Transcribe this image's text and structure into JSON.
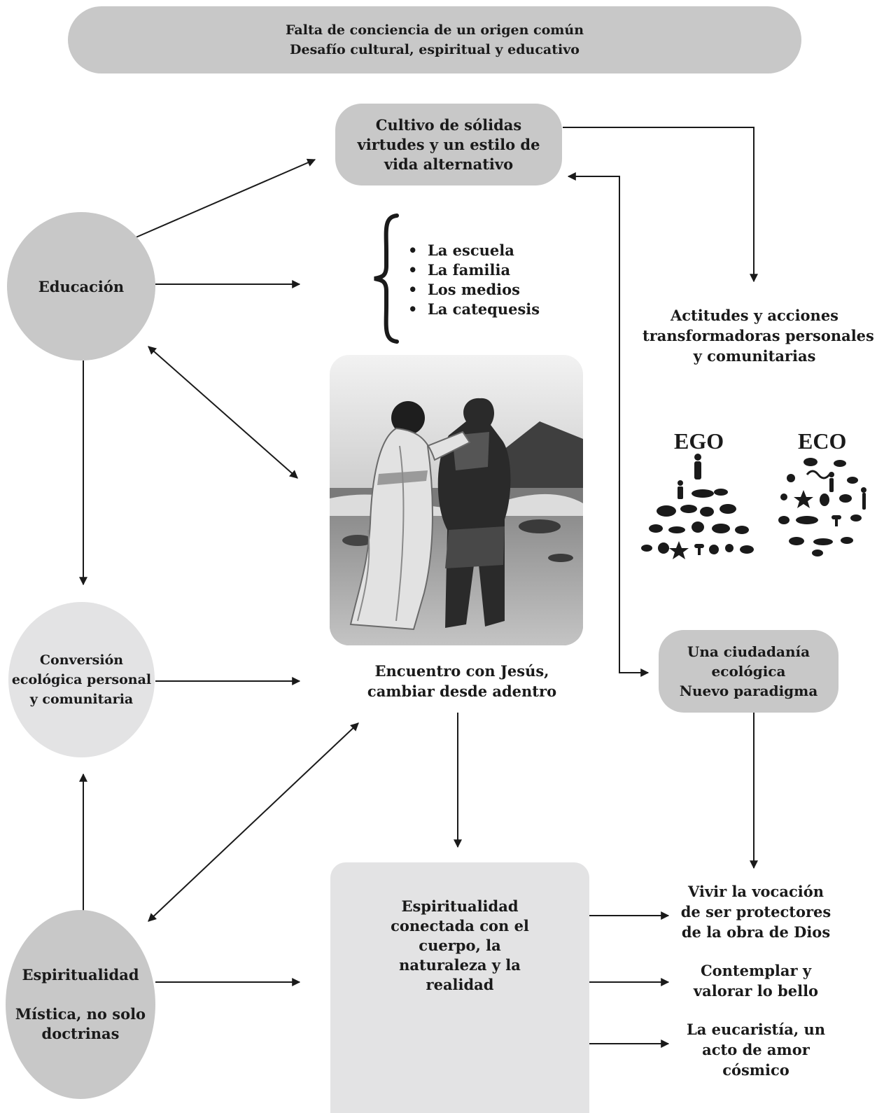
{
  "header": {
    "lines": [
      "Falta de conciencia de un origen común",
      "Desafío cultural, espiritual y educativo"
    ]
  },
  "cultivo": {
    "lines": [
      "Cultivo de sólidas",
      "virtudes y un estilo de",
      "vida alternativo"
    ]
  },
  "educacion": {
    "label": "Educación"
  },
  "list_items": [
    "La escuela",
    "La familia",
    "Los medios",
    "La catequesis"
  ],
  "actitudes": {
    "lines": [
      "Actitudes y acciones",
      "transformadoras personales",
      "y comunitarias"
    ]
  },
  "ego_eco": {
    "ego": "EGO",
    "eco": "ECO"
  },
  "conversion": {
    "lines": [
      "Conversión",
      "ecológica personal",
      "y comunitaria"
    ]
  },
  "encuentro": {
    "lines": [
      "Encuentro con Jesús,",
      "cambiar desde adentro"
    ]
  },
  "ciudadania": {
    "lines": [
      "Una ciudadanía",
      "ecológica",
      "Nuevo paradigma"
    ]
  },
  "espiritualidad": {
    "title": "Espiritualidad",
    "lines": [
      "Mística, no solo",
      "doctrinas"
    ]
  },
  "esp_box": {
    "lines": [
      "Espiritualidad",
      "conectada con el",
      "cuerpo, la",
      "naturaleza y la",
      "realidad"
    ]
  },
  "outcomes": {
    "vivir": [
      "Vivir la vocación",
      "de ser protectores",
      "de la obra de Dios"
    ],
    "contemplar": [
      "Contemplar y",
      "valorar lo bello"
    ],
    "eucaristia": [
      "La eucaristía, un",
      "acto de amor",
      "cósmico"
    ]
  },
  "colors": {
    "dark_node": "#c8c8c8",
    "light_node": "#e3e3e4",
    "line": "#1a1a1a",
    "photo_sky": "#d9d9d9"
  }
}
